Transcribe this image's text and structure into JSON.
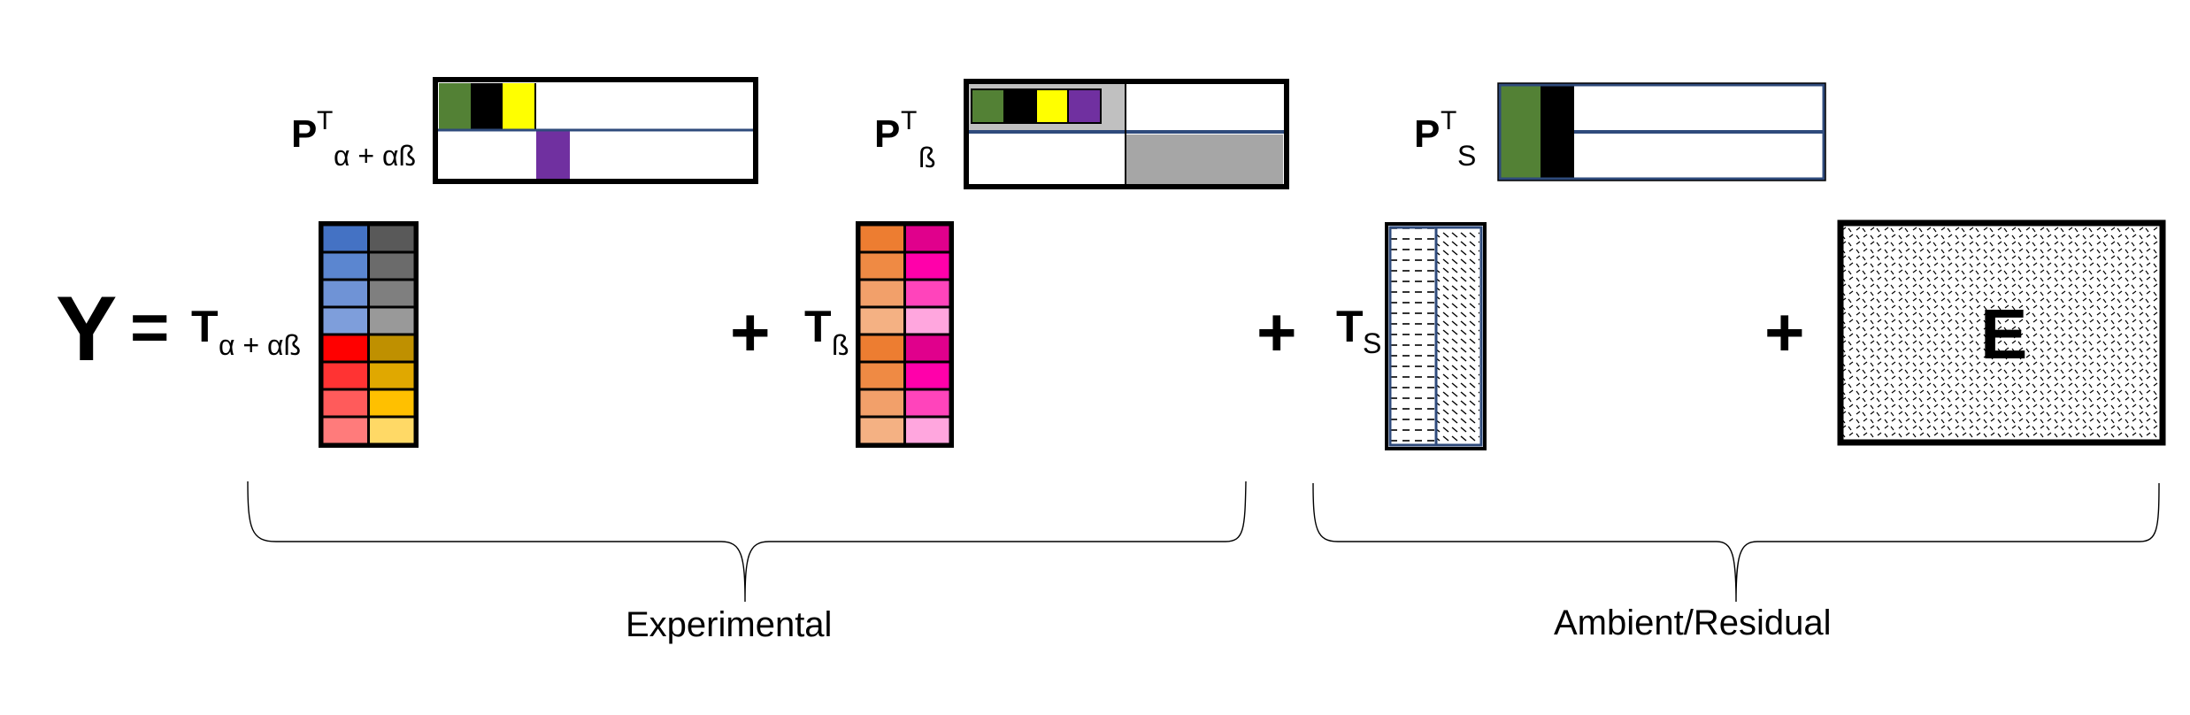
{
  "equation": {
    "lhs": "Y",
    "equals": "=",
    "plus": "+",
    "loadings_prefix": "P",
    "transpose_sup": "T",
    "scores_prefix": "T"
  },
  "terms": [
    {
      "key": "ab",
      "subscript": "α + αß"
    },
    {
      "key": "b",
      "subscript": "ß"
    },
    {
      "key": "s",
      "subscript": "S"
    }
  ],
  "residual_label": "E",
  "braces": [
    {
      "label": "Experimental"
    },
    {
      "label": "Ambient/Residual"
    }
  ],
  "colors": {
    "border": "#000000",
    "divider": "#2f4b7c",
    "green": "#538135",
    "black": "#000000",
    "yellow": "#ffff00",
    "purple": "#7030a0",
    "gray": "#a6a6a6",
    "gray_light": "#c0c0c0",
    "scores_ab_col1": [
      "#4472c4",
      "#5b86d0",
      "#6f93d6",
      "#7e9edb",
      "#ff0000",
      "#ff3333",
      "#ff5b5b",
      "#ff7b7b"
    ],
    "scores_ab_col2": [
      "#595959",
      "#6b6b6b",
      "#7f7f7f",
      "#999999",
      "#bf9000",
      "#e0a800",
      "#ffc000",
      "#ffd966"
    ],
    "scores_b_col1": [
      "#ed7d31",
      "#ef8a44",
      "#f2a06a",
      "#f4b183",
      "#ed7d31",
      "#ef8a44",
      "#f2a06a",
      "#f4b183"
    ],
    "scores_b_col2": [
      "#e0008c",
      "#ff00aa",
      "#ff44bb",
      "#ffa6de",
      "#e0008c",
      "#ff00aa",
      "#ff44bb",
      "#ffa6de"
    ]
  }
}
